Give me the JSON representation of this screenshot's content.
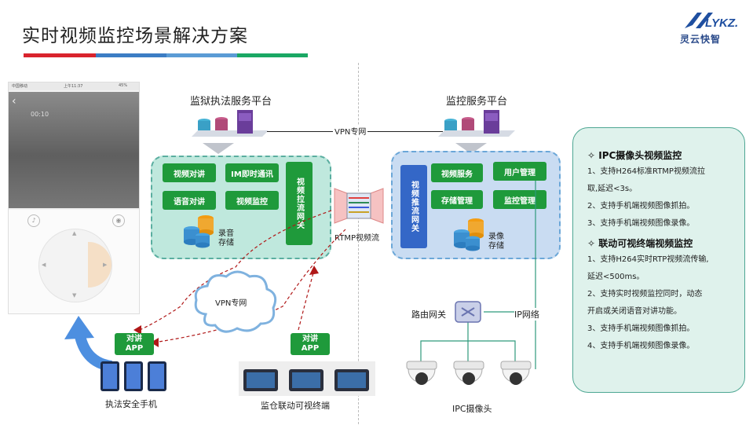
{
  "title": "实时视频监控场景解决方案",
  "logo": {
    "brand": "LYKZ.",
    "text": "灵云快智"
  },
  "colors": {
    "bar_red": "#d9232d",
    "bar_blue": "#3c7dc4",
    "bar_lightblue": "#5b9bd5",
    "bar_green": "#1aa864",
    "green_button": "#1f9a3b",
    "blue_button": "#3467c7"
  },
  "phone": {
    "status_left": "中国移动",
    "status_time": "上午11:37",
    "status_right": "45%",
    "video_time": "00:10"
  },
  "prison_platform": {
    "label": "监狱执法服务平台",
    "buttons": [
      "视频对讲",
      "IM即时通讯",
      "语音对讲",
      "视频监控"
    ],
    "gateway": "视频拉流网关",
    "storage": "录音存储"
  },
  "monitor_platform": {
    "label": "监控服务平台",
    "buttons": [
      "视频服务",
      "用户管理",
      "存储管理",
      "监控管理"
    ],
    "gateway": "视频推流网关",
    "storage": "录像存储"
  },
  "vpn_label": "VPN专网",
  "rtmp_label": "RTMP视频流",
  "cloud_label": "VPN专网",
  "app_label_1": "对讲",
  "app_label_2": "APP",
  "phones_label": "执法安全手机",
  "terminals_label": "监仓联动可视终端",
  "router_label": "路由网关",
  "ipnet_label": "IP网络",
  "camera_label": "IPC摄像头",
  "info": {
    "h1": "✧  IPC摄像头视频监控",
    "l1": [
      "1、支持H264标准RTMP视频流拉",
      "取,延迟<3s。",
      "2、支持手机端视频图像抓拍。",
      "3、支持手机端视频图像录像。"
    ],
    "h2": "✧  联动可视终端视频监控",
    "l2": [
      "1、支持H264实时RTP视频流传输,",
      "延迟<500ms。",
      "2、支持实时视频监控同时，动态",
      "开启或关闭语音对讲功能。",
      "3、支持手机端视频图像抓拍。",
      "4、支持手机端视频图像录像。"
    ]
  }
}
